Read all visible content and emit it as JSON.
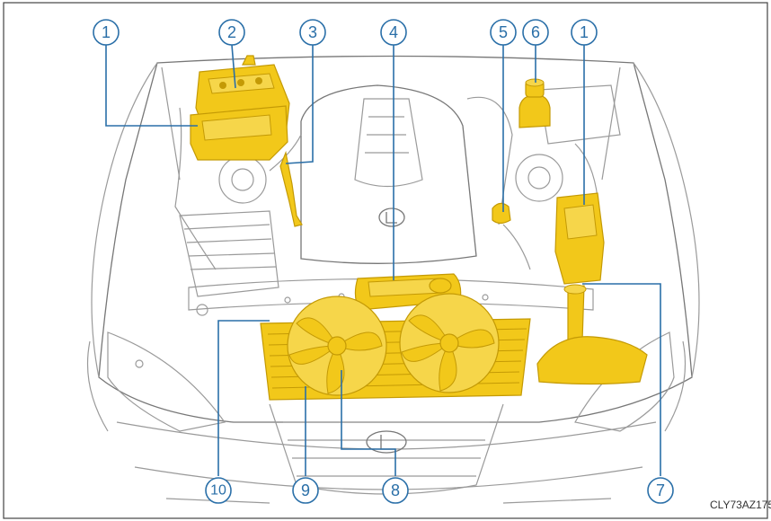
{
  "callouts": [
    {
      "id": "1",
      "label": "1"
    },
    {
      "id": "2",
      "label": "2"
    },
    {
      "id": "3",
      "label": "3"
    },
    {
      "id": "4",
      "label": "4"
    },
    {
      "id": "5",
      "label": "5"
    },
    {
      "id": "6",
      "label": "6"
    },
    {
      "id": "1b",
      "label": "1"
    },
    {
      "id": "7",
      "label": "7"
    },
    {
      "id": "8",
      "label": "8"
    },
    {
      "id": "9",
      "label": "9"
    },
    {
      "id": "10",
      "label": "10"
    }
  ],
  "figure_code": "CLY73AZ175",
  "colors": {
    "highlight": "#f2c81a",
    "callout": "#2a6fa8",
    "line_art": "#9a9a9a"
  }
}
